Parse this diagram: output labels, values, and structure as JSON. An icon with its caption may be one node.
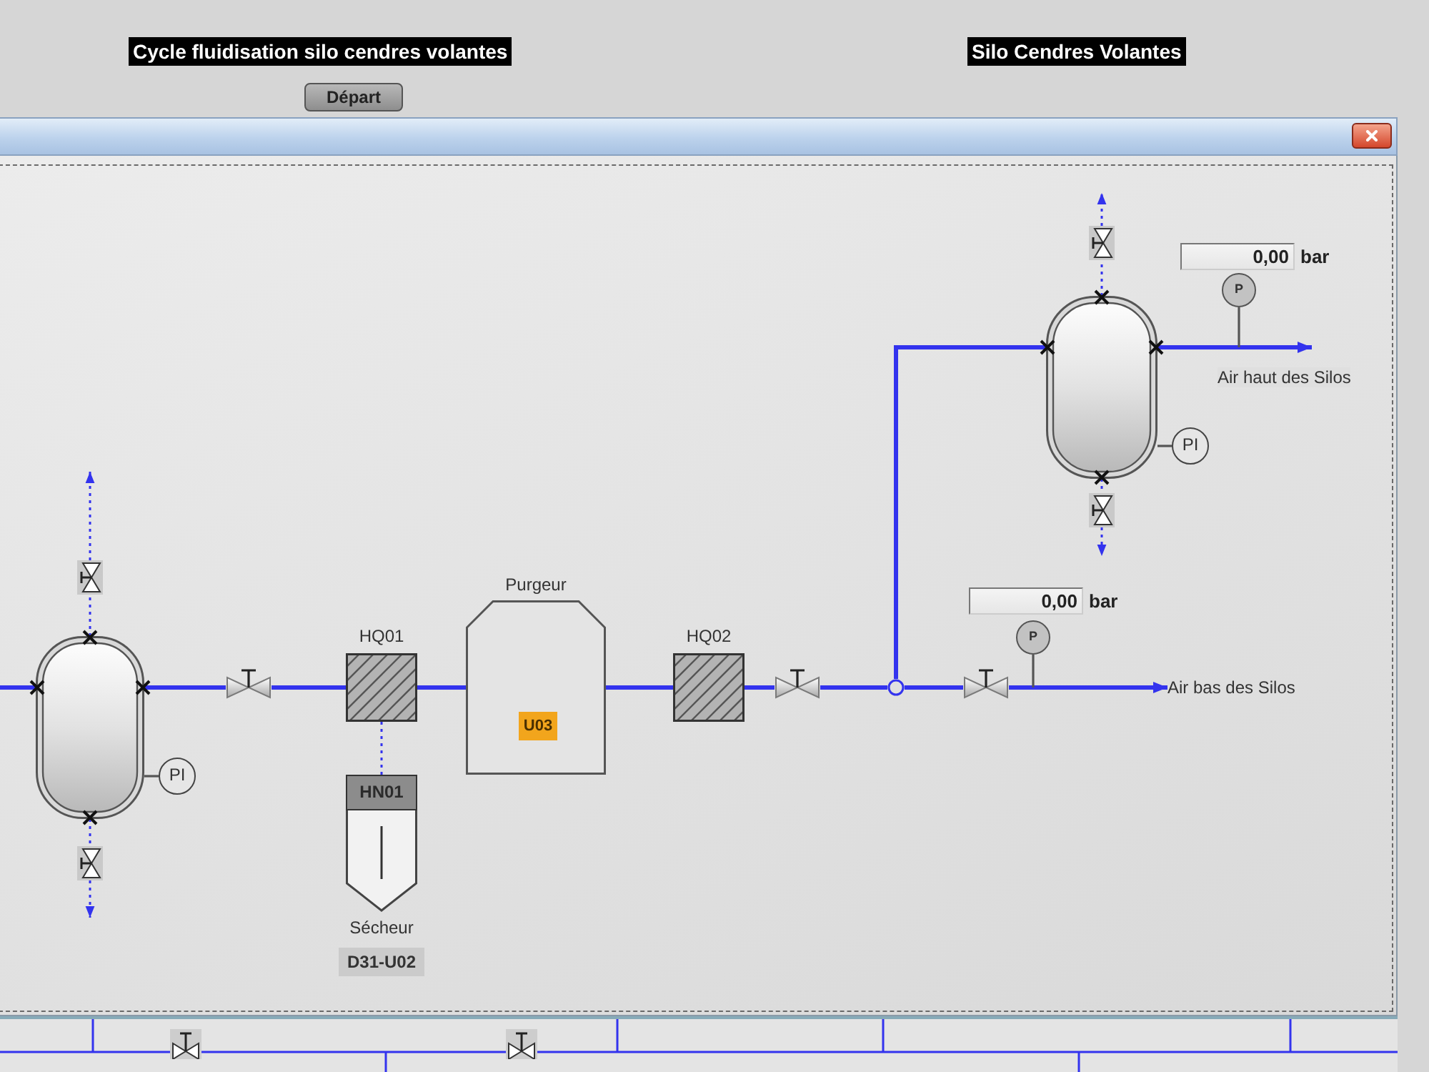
{
  "diagram": {
    "nodes": [
      {
        "text": [],
        "shape": "cylinder"
      },
      {
        "text": [],
        "shape": "valve"
      },
      {
        "text": [],
        "shape": "valve"
      },
      {
        "text": [
          "PI"
        ]
      },
      {
        "text": [],
        "shape": "valve"
      },
      {
        "text": [
          "HQ01"
        ]
      },
      {
        "text": [
          "HN01",
          "Sécheur",
          "D31-U02"
        ]
      },
      {
        "text": [
          "Purgeur"
        ]
      },
      {
        "text": [
          "U03"
        ],
        "in": 7
      },
      {
        "text": [
          "HQ02"
        ]
      },
      {
        "text": [],
        "shape": "valve"
      },
      {
        "text": [],
        "shape": "circle"
      },
      {
        "text": [],
        "shape": "valve"
      },
      {
        "text": [
          "P"
        ]
      },
      {
        "text": [
          "0,00"
        ],
        "beside": [
          "bar"
        ]
      },
      {
        "text": [
          "Air bas des Silos"
        ]
      },
      {
        "text": [],
        "shape": "cylinder"
      },
      {
        "text": [],
        "shape": "valve"
      },
      {
        "text": [],
        "shape": "valve"
      },
      {
        "text": [
          "PI"
        ]
      },
      {
        "text": [
          "P"
        ]
      },
      {
        "text": [
          "0,00"
        ],
        "beside": [
          "bar"
        ]
      }
    ],
    "edges": [
      {
        "from": null,
        "to": 0,
        "arrow": "none"
      },
      {
        "from": 0,
        "to": 4,
        "arrow": "none"
      },
      {
        "from": 4,
        "to": 5,
        "arrow": "none"
      },
      {
        "from": 5,
        "to": 7,
        "arrow": "none"
      },
      {
        "from": 7,
        "to": 9,
        "arrow": "none"
      },
      {
        "from": 9,
        "to": 10,
        "arrow": "none"
      },
      {
        "from": 10,
        "to": 11,
        "arrow": "none"
      },
      {
        "from": 11,
        "to": 12,
        "arrow": "none"
      },
      {
        "from": 12,
        "to": 15,
        "arrow": "to"
      },
      {
        "from": 11,
        "to": 16,
        "arrow": "none"
      },
      {
        "from": 16,
        "to": null,
        "arrow": "to",
        "label": "Air haut des Silos"
      },
      {
        "from": 0,
        "to": 1,
        "arrow": "none",
        "style": "dashed"
      },
      {
        "from": 1,
        "to": null,
        "arrow": "to",
        "style": "dashed"
      },
      {
        "from": 0,
        "to": 2,
        "arrow": "none",
        "style": "dashed"
      },
      {
        "from": 2,
        "to": null,
        "arrow": "to",
        "style": "dashed"
      },
      {
        "from": 16,
        "to": 17,
        "arrow": "none",
        "style": "dashed"
      },
      {
        "from": 17,
        "to": null,
        "arrow": "to",
        "style": "dashed"
      },
      {
        "from": 16,
        "to": 18,
        "arrow": "none",
        "style": "dashed"
      },
      {
        "from": 18,
        "to": null,
        "arrow": "to",
        "style": "dashed"
      },
      {
        "from": 0,
        "to": 3,
        "arrow": "none",
        "color": "#555555"
      },
      {
        "from": 16,
        "to": 19,
        "arrow": "none",
        "color": "#555555"
      },
      {
        "from": 13,
        "to": null,
        "arrow": "none",
        "color": "#555555"
      },
      {
        "from": 20,
        "to": null,
        "arrow": "none",
        "color": "#555555"
      },
      {
        "from": 5,
        "to": 6,
        "arrow": "none",
        "style": "dashed"
      }
    ],
    "labels": [
      "Cycle fluidisation silo cendres volantes",
      "Silo Cendres Volantes",
      "Départ"
    ]
  }
}
